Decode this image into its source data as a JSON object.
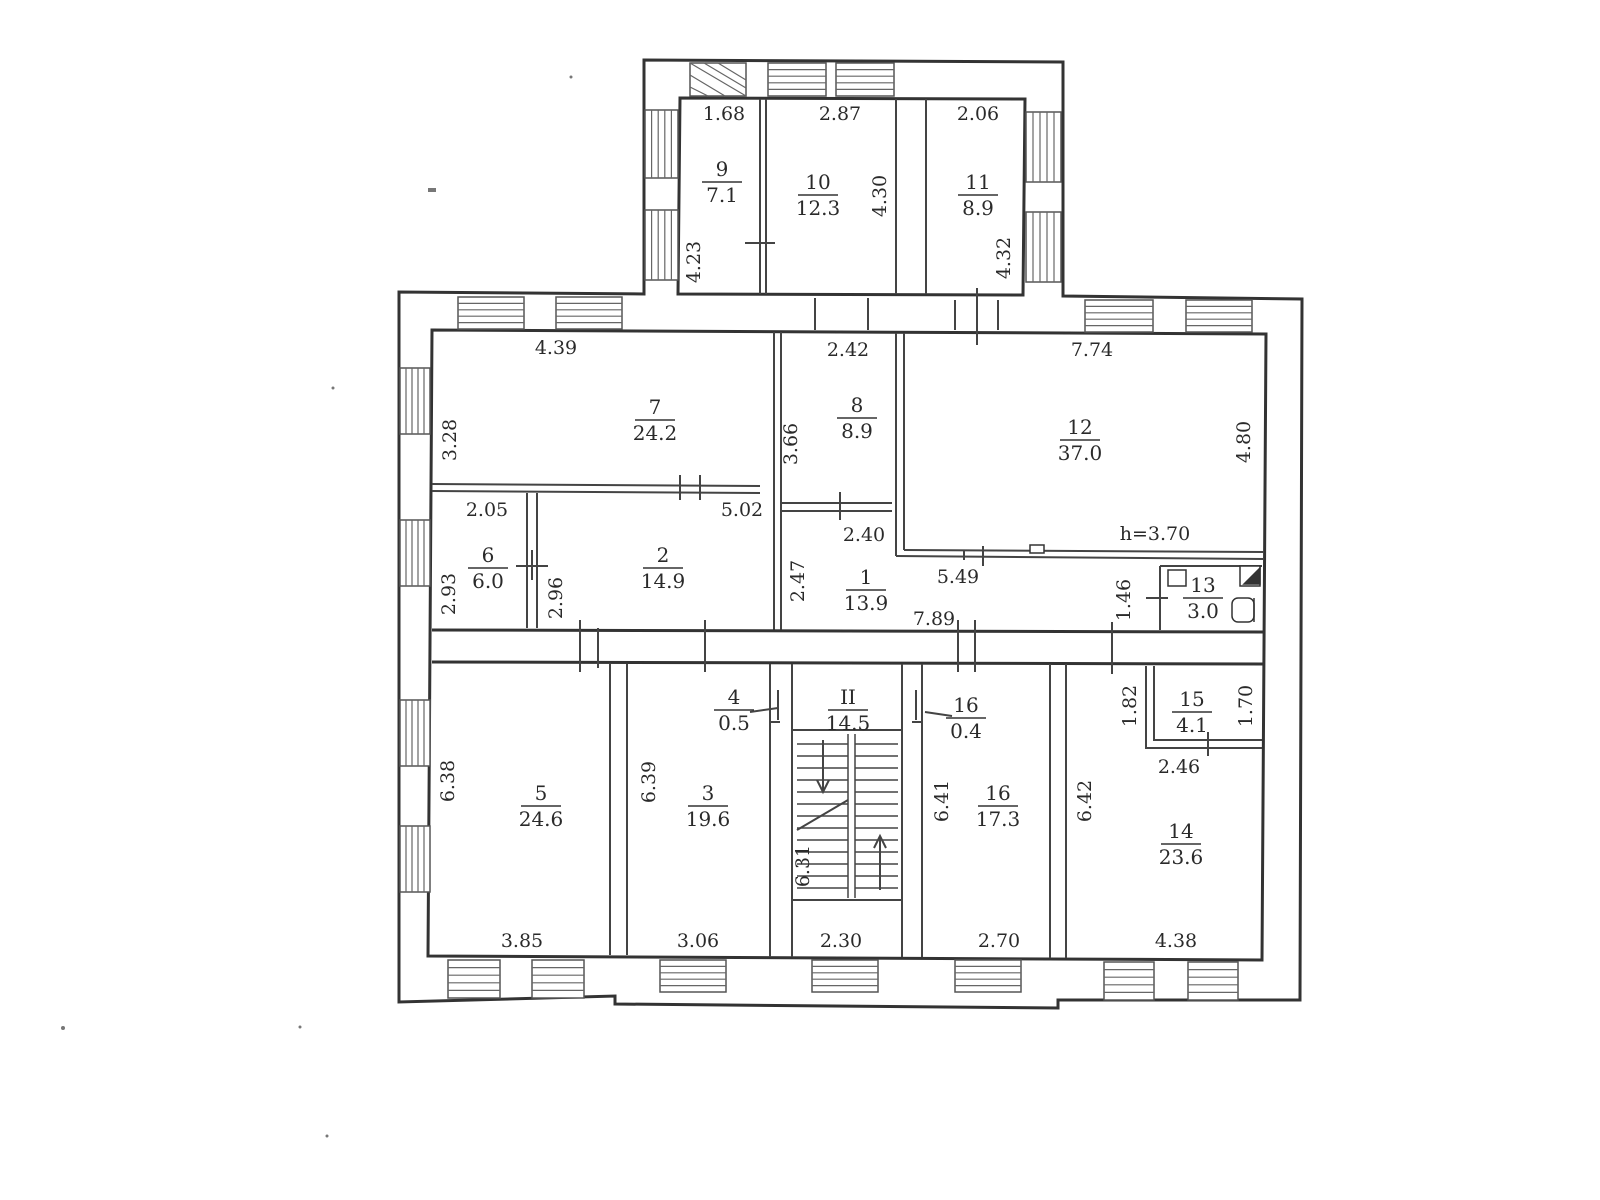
{
  "plan": {
    "rooms": [
      {
        "id": "room-9",
        "num": "9",
        "area": "7.1"
      },
      {
        "id": "room-10",
        "num": "10",
        "area": "12.3"
      },
      {
        "id": "room-11",
        "num": "11",
        "area": "8.9"
      },
      {
        "id": "room-7",
        "num": "7",
        "area": "24.2"
      },
      {
        "id": "room-8",
        "num": "8",
        "area": "8.9"
      },
      {
        "id": "room-12",
        "num": "12",
        "area": "37.0"
      },
      {
        "id": "room-6",
        "num": "6",
        "area": "6.0"
      },
      {
        "id": "room-2",
        "num": "2",
        "area": "14.9"
      },
      {
        "id": "room-1",
        "num": "1",
        "area": "13.9"
      },
      {
        "id": "room-13",
        "num": "13",
        "area": "3.0"
      },
      {
        "id": "room-4",
        "num": "4",
        "area": "0.5"
      },
      {
        "id": "room-II",
        "num": "II",
        "area": "14.5"
      },
      {
        "id": "room-16a",
        "num": "16",
        "area": "0.4"
      },
      {
        "id": "room-15",
        "num": "15",
        "area": "4.1"
      },
      {
        "id": "room-5",
        "num": "5",
        "area": "24.6"
      },
      {
        "id": "room-3",
        "num": "3",
        "area": "19.6"
      },
      {
        "id": "room-16b",
        "num": "16",
        "area": "17.3"
      },
      {
        "id": "room-14",
        "num": "14",
        "area": "23.6"
      }
    ],
    "dimensions": [
      "1.68",
      "2.87",
      "2.06",
      "4.23",
      "4.30",
      "4.32",
      "4.39",
      "2.42",
      "7.74",
      "3.28",
      "3.66",
      "4.80",
      "2.05",
      "5.02",
      "2.40",
      "h=3.70",
      "2.93",
      "2.96",
      "2.47",
      "5.49",
      "1.46",
      "7.89",
      "1.82",
      "1.70",
      "2.46",
      "6.38",
      "6.39",
      "6.31",
      "6.41",
      "6.42",
      "3.85",
      "3.06",
      "2.30",
      "2.70",
      "4.38"
    ]
  }
}
